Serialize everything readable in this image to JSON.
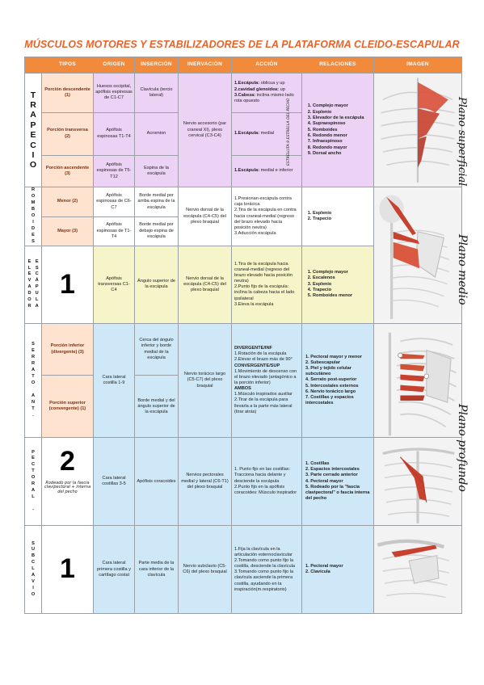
{
  "title": "MÚSCULOS MOTORES Y ESTABILIZADORES DE LA PLATAFORMA CLEIDO-ESCAPULAR",
  "headers": [
    "TIPOS",
    "ORIGEN",
    "INSERCIÓN",
    "INERVACIÓN",
    "ACCIÓN",
    "RELACIONES",
    "IMAGEN"
  ],
  "trapecio": {
    "letters": [
      "T",
      "R",
      "A",
      "P",
      "E",
      "C",
      "I",
      "O"
    ],
    "rows": [
      {
        "tipo": "Porción descendente (1)",
        "origen": "Huesos occipital, apófisis espinosas de C1-C7",
        "insercion": "Clavícula (tercio lateral)",
        "accion_label": "1.Escápula:",
        "accion_text": " oblicua y up",
        "accion2_label": "2.cavidad glenoidea:",
        "accion2_text": " up",
        "accion3_label": "3.Cabeza:",
        "accion3_text": " inclina mismo lado rota opuesto"
      },
      {
        "tipo": "Porción transversa (2)",
        "origen": "Apófisis espinosas T1-T4",
        "insercion": "Acromion",
        "accion_label": "1.Escápula:",
        "accion_text": " medial"
      },
      {
        "tipo": "Porción ascendente (3)",
        "origen": "Apófisis espinosas de T5-T12",
        "insercion": "Espina de la escápula",
        "accion_label": "1.Escápula:",
        "accion_text": " medial e inferior"
      }
    ],
    "inervacion": "Nervio accesorio (par craneal XI), plexo cervical (C3-C4)",
    "relaciones": [
      "Complejo mayor",
      "Esplenio",
      "Elevador de la escápula",
      "Supraespinoso",
      "Romboides",
      "Redondo menor",
      "Infraespinoso",
      "Redondo mayor",
      "Dorsal ancho"
    ],
    "note": "ESTRELLITA 9 ESTRELLA DEL PECHO"
  },
  "romboides": {
    "letters": [
      "R",
      "O",
      "M",
      "B",
      "O",
      "I",
      "D",
      "E",
      "S"
    ],
    "rows": [
      {
        "tipo": "Menor (2)",
        "origen": "Apófisis espinosas de C6-C7",
        "insercion": "Borde medial por arriba espina de la escápula"
      },
      {
        "tipo": "Mayor (3)",
        "origen": "Apófisis espinosas de T1-T4",
        "insercion": "Borde medial por debajo espina de escápula"
      }
    ],
    "inervacion": "Nervio dorsal de la escápula (C4-C5) del plexo braquial",
    "accion": [
      "1.Presionan escápula contra caja torácica",
      "2.Tira de la escápula en contra hacia craneal-medial (regreso del brazo elevado hacia posición neutra)",
      "3.Aducción escápula"
    ],
    "relaciones": [
      "Esplenio",
      "Trapecio"
    ]
  },
  "elevador": {
    "letters_a": [
      "E",
      "L",
      "E",
      "V",
      "A",
      "D",
      "O",
      "R"
    ],
    "letters_b": [
      "E",
      "S",
      "C",
      "Á",
      "P",
      "U",
      "L",
      "A"
    ],
    "number": "1",
    "origen": "Apófisis transversas C1-C4",
    "insercion": "Ángulo superior de la escápula",
    "inervacion": "Nervio dorsal de la escápula (C4-C5) del plexo braquial",
    "accion": [
      "1.Tira de la escápula hacia craneal-medial (regreso del brazo elevado hacia posición neutra)",
      "2.Punto fijo de la escápula: inclina la cabeza hacia el lado ipsilateral",
      "3.Eleva la escápula"
    ],
    "relaciones": [
      "Complejo mayor",
      "Escalenos",
      "Esplenio",
      "Trapecio",
      "Romboides menor"
    ]
  },
  "serrato": {
    "letters": [
      "S",
      "E",
      "R",
      "R",
      "A",
      "T",
      "O",
      "",
      "A",
      "N",
      "T",
      "."
    ],
    "rows": [
      {
        "tipo": "Porción inferior (divergente) (3)",
        "insercion": "Cerca del ángulo inferior y borde medial de la escápula"
      },
      {
        "tipo": "Porción superior (convergente) (1)",
        "insercion": "Borde medial y del ángulo superior de la escápula"
      }
    ],
    "origen": "Cara lateral costilla 1-9",
    "inervacion": "Nervio torácico largo (C5-C7) del plexo braquial",
    "accion_h1": "DIVERGENTE/INF",
    "accion_1": [
      "1.Rotación de la escápula",
      "2.Elevar el brazo más de 90°"
    ],
    "accion_h2": "CONVERGENTE/SUP",
    "accion_2": [
      "1.Movimiento de descenso con el brazo elevado (antagónico a la porción inferior)"
    ],
    "accion_h3": "AMBOS",
    "accion_3": [
      "1.Músculo inspirados auxiliar",
      "2.Tirar de la escápula para llevarla a la parte más lateral (tirar atrás)"
    ],
    "relaciones": [
      "1. Pectoral mayor y menor",
      "2. Subescapular",
      "3. Piel y tejido celular subcutáneo",
      "4. Serrato post-superior",
      "5. Intercostales externos",
      "6. Nervio torácico largo",
      "7. Costillas y espacios intercostales"
    ]
  },
  "pectoral": {
    "letters": [
      "P",
      "E",
      "C",
      "T",
      "O",
      "R",
      "A",
      "L",
      "",
      "-"
    ],
    "number": "2",
    "note": "Rodeado por la fascia clavipectoral + interna del pecho",
    "origen": "Cara lateral costillas 3-5",
    "insercion": "Apófisis coracoides",
    "inervacion": "Nervios pectorales medial y lateral (C6-T1) del plexo braquial",
    "accion": [
      "1. Punto fijo en las costillas: Tracciona hacia delante y desciende la escápula",
      "2.Punto fijo en la apófisis coracoides: Músculo inspirador"
    ],
    "relaciones": [
      "1. Costillas",
      "2. Espacios intercostales",
      "3. Parte cerrado anterior",
      "4. Pectoral mayor",
      "5. Rodeado por la \"fascia clavipectoral\" o fascia interna del pecho"
    ]
  },
  "subclavio": {
    "letters": [
      "S",
      "U",
      "B",
      "C",
      "L",
      "A",
      "V",
      "I",
      "O"
    ],
    "number": "1",
    "origen": "Cara lateral primera costilla y cartílago costal",
    "insercion": "Parte media de la cara inferior de la clavícula",
    "inervacion": "Nervio subclavio (C5-C6) del plexo braquial",
    "accion": [
      "1.Fija la clavícula en la articulación esternoclavicular",
      "2.Tomando como punto fijo la costilla, desciende la clavícula",
      "3.Tomando como punto fijo la clavícula asciende la primera costilla, ayudando en la inspiración(m.respiratorio)"
    ],
    "relaciones": [
      "1. Pectoral mayor",
      "2. Clavícula"
    ]
  },
  "side_labels": [
    "Plano superficial",
    "Plano medio",
    "Plano profundo"
  ]
}
